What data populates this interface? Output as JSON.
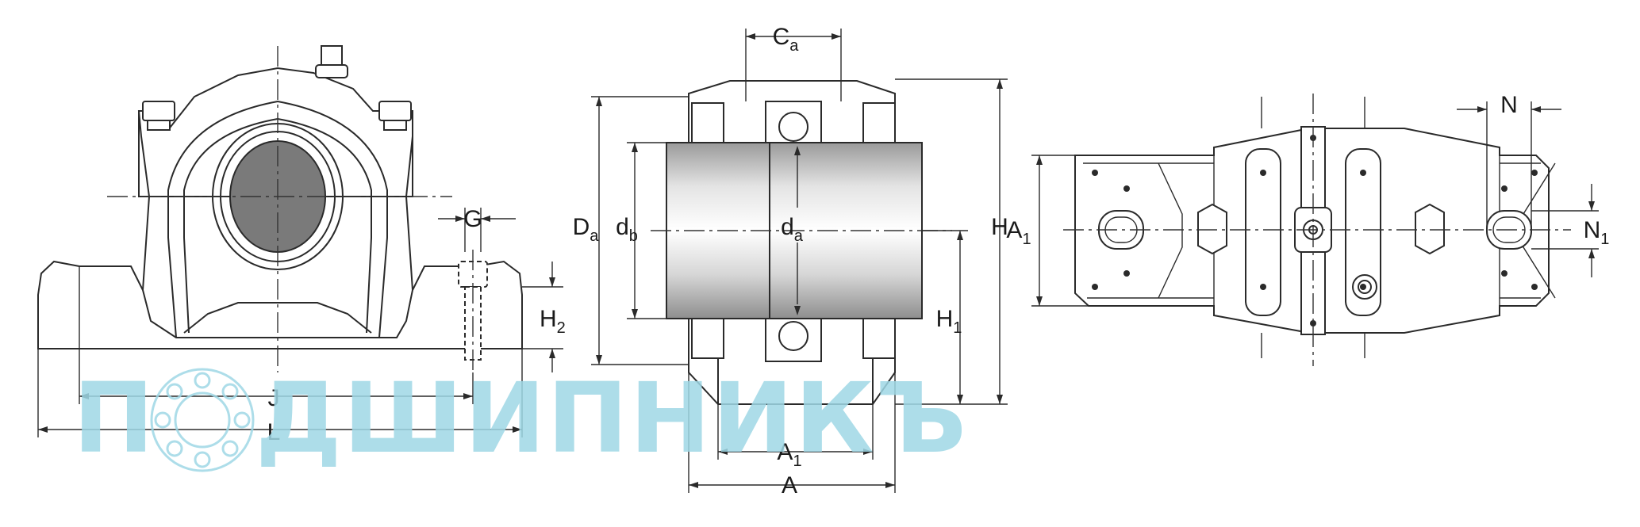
{
  "labels": {
    "G": "G",
    "H2": {
      "main": "H",
      "sub": "2"
    },
    "L": "L",
    "J": "J",
    "Ca": {
      "main": "C",
      "sub": "a"
    },
    "Da": {
      "main": "D",
      "sub": "a"
    },
    "db": {
      "main": "d",
      "sub": "b"
    },
    "da": {
      "main": "d",
      "sub": "a"
    },
    "H": "H",
    "H1": {
      "main": "H",
      "sub": "1"
    },
    "A1_side": {
      "main": "A",
      "sub": "1"
    },
    "A": "A",
    "A1_top": {
      "main": "A",
      "sub": "1"
    },
    "N": "N",
    "N1": {
      "main": "N",
      "sub": "1"
    }
  },
  "watermark": {
    "text_prefix": "П",
    "text_suffix": "ДШИПНИКЪ",
    "icon": "bearing-icon",
    "color": "#9fd8e6"
  }
}
